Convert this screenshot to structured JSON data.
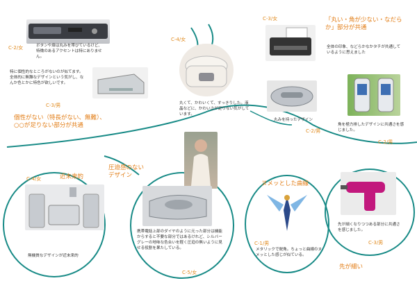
{
  "theme": {
    "teal": "#178a86",
    "orange": "#e08a1e",
    "pink": "#c2187d"
  },
  "items": {
    "vcr": {
      "label": "C-2/女",
      "note": "ボタンや扉は丸みを帯びているけど、特徴のあるアクセントは特にありません。"
    },
    "printer1": {
      "label": "C-3/男",
      "note": "特に個性的なところがないのが似てます。全体的に無難なデザインという気がし、なんか色とかに特色が欲しいです。"
    },
    "ricecooker": {
      "label": "C-4/女",
      "note": "丸くて、かわいくて、すっきりした。液晶などに、かわいさが足りない気がしています。"
    },
    "printer2": {
      "label": "C-3/女",
      "title": "「丸い・角が少ない・なだらか」部分が共通",
      "note": "全体の印象、などらかなかタチが共通しているように思えました"
    },
    "scanner": {
      "label": "C-2/男",
      "note": "丸みを持ったデザイン"
    },
    "phone": {
      "label": "C-2/男",
      "note": "角を極力排したデザインに共通さを感じました。"
    },
    "stereo": {
      "label": "C-4/女",
      "title": "近未来的",
      "note": "無機質なデザインが近未来的"
    },
    "laser": {
      "label": "C-5/女",
      "title": "圧迫感のない\nデザイン",
      "note": "携帯電話上部のダイヤのように元った部分は機能からすると不要な部分ではあるけれど、シルバーグレーの地味な色合いを軽く圧迫の無いように見せる役割を果たしている。"
    },
    "figure": {
      "label": "C-1/男",
      "title": "ヌメッとした曲線",
      "note": "メタリックで鋭角。ちょっと曲線のヌメッとした感じが似ている。"
    },
    "drill": {
      "label": "C-3/男",
      "title": "先が細い",
      "note": "先が細くなりつつある部分に共通さを感じました。"
    }
  },
  "groups": {
    "no_personality": {
      "title": "個性がない（特長がない、無難）、\n○○が足りない部分が共通"
    }
  }
}
